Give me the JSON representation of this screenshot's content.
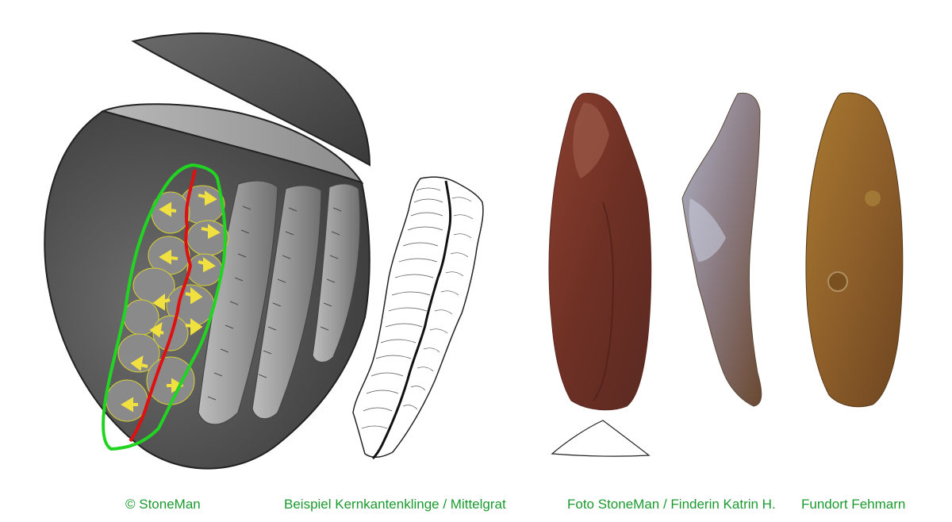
{
  "captions": {
    "copyright": "© StoneMan",
    "example": "Beispiel Kernkantenklinge / Mittelgrat",
    "photo": "Foto StoneMan / Finderin Katrin H.",
    "location": "Fundort Fehmarn"
  },
  "colors": {
    "caption_green": "#1a9a2e",
    "core_dark": "#4a4a4a",
    "core_light": "#9a9a9a",
    "ridge_red": "#e01010",
    "outline_green": "#22d422",
    "arrow_yellow": "#f0e040",
    "flint_red_brown": "#7a3a2a",
    "flint_grey": "#8a8aa0",
    "flint_amber": "#9a6a2a"
  }
}
